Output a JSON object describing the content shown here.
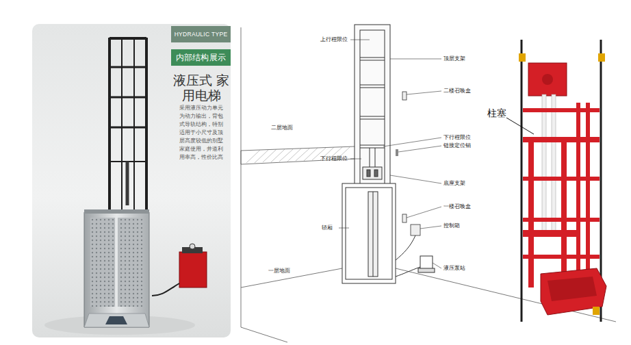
{
  "diagram": {
    "title": "液压式 家用电梯",
    "nodes": [
      {
        "text": [
          "HYDRAULIC TYPE"
        ]
      },
      {
        "text": [
          "内部结构展示"
        ]
      }
    ],
    "labels": [
      "采用液压动力单元 为动力输出，背包 式导轨结构，特别 适用于小尺寸及顶 层高度较低的别墅 家庭使用，井道利 用率高，性价比高",
      "上行程限位",
      "顶层支架",
      "二楼召唤盒",
      "二层地面",
      "下行程限位",
      "链接定位销",
      "下行程限位",
      "底座支架",
      "一楼召唤盒",
      "控制箱",
      "轿厢",
      "一层地面",
      "液压泵站",
      "柱塞"
    ]
  }
}
